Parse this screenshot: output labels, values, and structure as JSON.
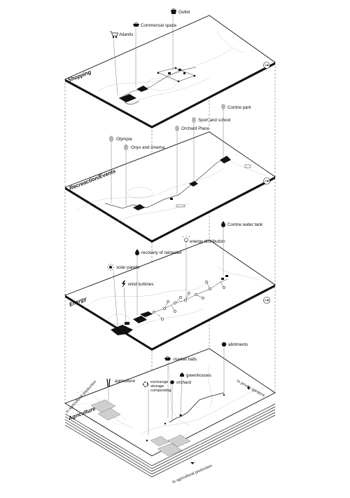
{
  "layers": [
    {
      "name": "Shopping",
      "labels": [
        {
          "text": "Outlet",
          "icon": "shopping-bag-icon"
        },
        {
          "text": "Commercial space",
          "icon": "shopping-basket-icon"
        },
        {
          "text": "Atlantis",
          "icon": "shopping-cart-icon"
        }
      ]
    },
    {
      "name": "Recreaction/Events",
      "labels": [
        {
          "text": "Contrie park",
          "icon": "balloon-icon"
        },
        {
          "text": "Sport and school",
          "icon": "balloon-icon"
        },
        {
          "text": "Orchard Place",
          "icon": "balloon-icon"
        },
        {
          "text": "Olympia",
          "icon": "balloon-icon"
        },
        {
          "text": "Onyx and cinema",
          "icon": "balloon-icon"
        }
      ]
    },
    {
      "name": "Energy",
      "labels": [
        {
          "text": "Contrie water tank",
          "icon": "water-drop-icon"
        },
        {
          "text": "energy distribution",
          "icon": "light-bulb-icon"
        },
        {
          "text": "recovery of rainwater",
          "icon": "water-drop-icon"
        },
        {
          "text": "solar panels",
          "icon": "sun-icon"
        },
        {
          "text": "wind turbines",
          "icon": "lightning-icon"
        }
      ]
    },
    {
      "name": "Agriculture",
      "labels": [
        {
          "text": "allotments",
          "icon": "cabbage-icon"
        },
        {
          "text": "market halls",
          "icon": "basket-icon"
        },
        {
          "text": "greenhouses",
          "icon": "greenhouse-icon"
        },
        {
          "text": "orchard",
          "icon": "apple-icon"
        },
        {
          "text": "agriculture",
          "icon": "wheat-icon"
        },
        {
          "text": "exchange\nstorage\ncomposting",
          "icon": "recycle-icon"
        }
      ]
    }
  ],
  "edge_labels": {
    "left": "to agricultural production",
    "right": "to private gardens",
    "bottom": "to agricultural production"
  },
  "colors": {
    "ink": "#111111",
    "line": "#555555",
    "balloon": "#b5b5b5",
    "field": "#cfcfcf"
  }
}
